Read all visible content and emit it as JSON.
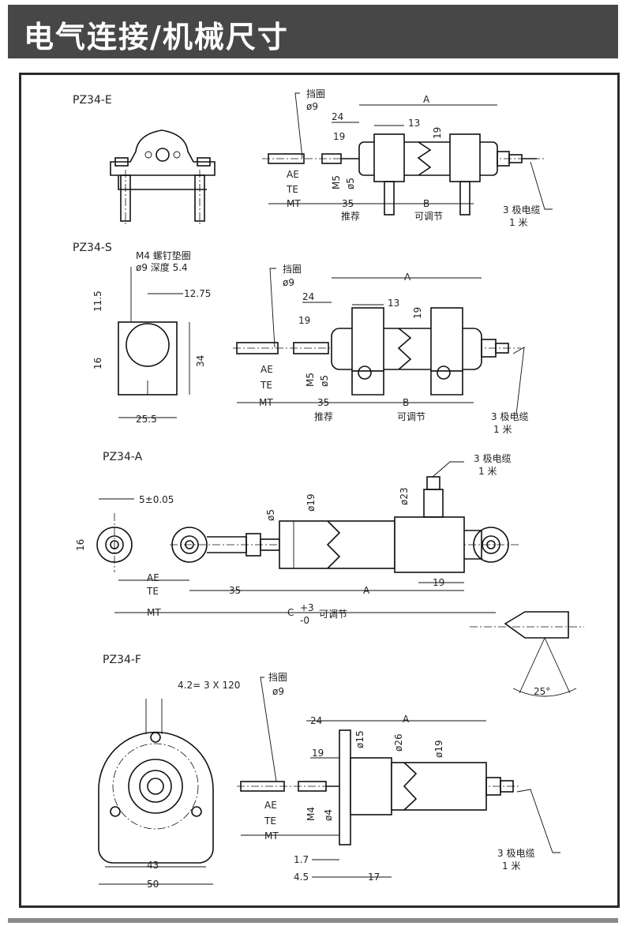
{
  "header": {
    "title": "电气连接/机械尺寸"
  },
  "e": {
    "model": "PZ34-E",
    "ring": "挡圈",
    "ring_dia": "ø9",
    "A": "A",
    "d24": "24",
    "d13": "13",
    "d19a": "19",
    "d19b": "19",
    "AE": "AE",
    "TE": "TE",
    "MT": "MT",
    "M5": "M5",
    "o5": "ø5",
    "d35": "35",
    "B": "B",
    "rec": "推荐",
    "adj": "可调节",
    "cable": "3 极电缆",
    "len": "1 米"
  },
  "s": {
    "model": "PZ34-S",
    "screw": "M4 螺钉垫圈",
    "depth": "ø9 深度 5.4",
    "d1275": "12.75",
    "d115": "11.5",
    "d16": "16",
    "d34": "34",
    "d255": "25.5",
    "ring": "挡圈",
    "ring_dia": "ø9",
    "A": "A",
    "d24": "24",
    "d13": "13",
    "d19a": "19",
    "d19b": "19",
    "AE": "AE",
    "TE": "TE",
    "MT": "MT",
    "M5": "M5",
    "o5": "ø5",
    "d35": "35",
    "B": "B",
    "rec": "推荐",
    "adj": "可调节",
    "cable": "3 极电缆",
    "len": "1 米"
  },
  "a": {
    "model": "PZ34-A",
    "cable": "3 极电缆",
    "len": "1 米",
    "tol": "5±0.05",
    "d16": "16",
    "o5": "ø5",
    "o19": "ø19",
    "o23": "ø23",
    "AE": "AE",
    "TE": "TE",
    "MT": "MT",
    "d35": "35",
    "A": "A",
    "d19": "19",
    "C": "C",
    "plus": "+3",
    "minus": "-0",
    "adj": "可调节",
    "angle": "25°"
  },
  "f": {
    "model": "PZ34-F",
    "holes": "4.2= 3 X 120",
    "ring": "挡圈",
    "ring_dia": "ø9",
    "d24": "24",
    "A": "A",
    "o15": "ø15",
    "o26": "ø26",
    "o19": "ø19",
    "d19": "19",
    "AE": "AE",
    "TE": "TE",
    "MT": "MT",
    "M4": "M4",
    "o4": "ø4",
    "d43": "43",
    "d50": "50",
    "d17a": "1.7",
    "d45": "4.5",
    "d17": "17",
    "cable": "3 极电缆",
    "len": "1 米"
  }
}
